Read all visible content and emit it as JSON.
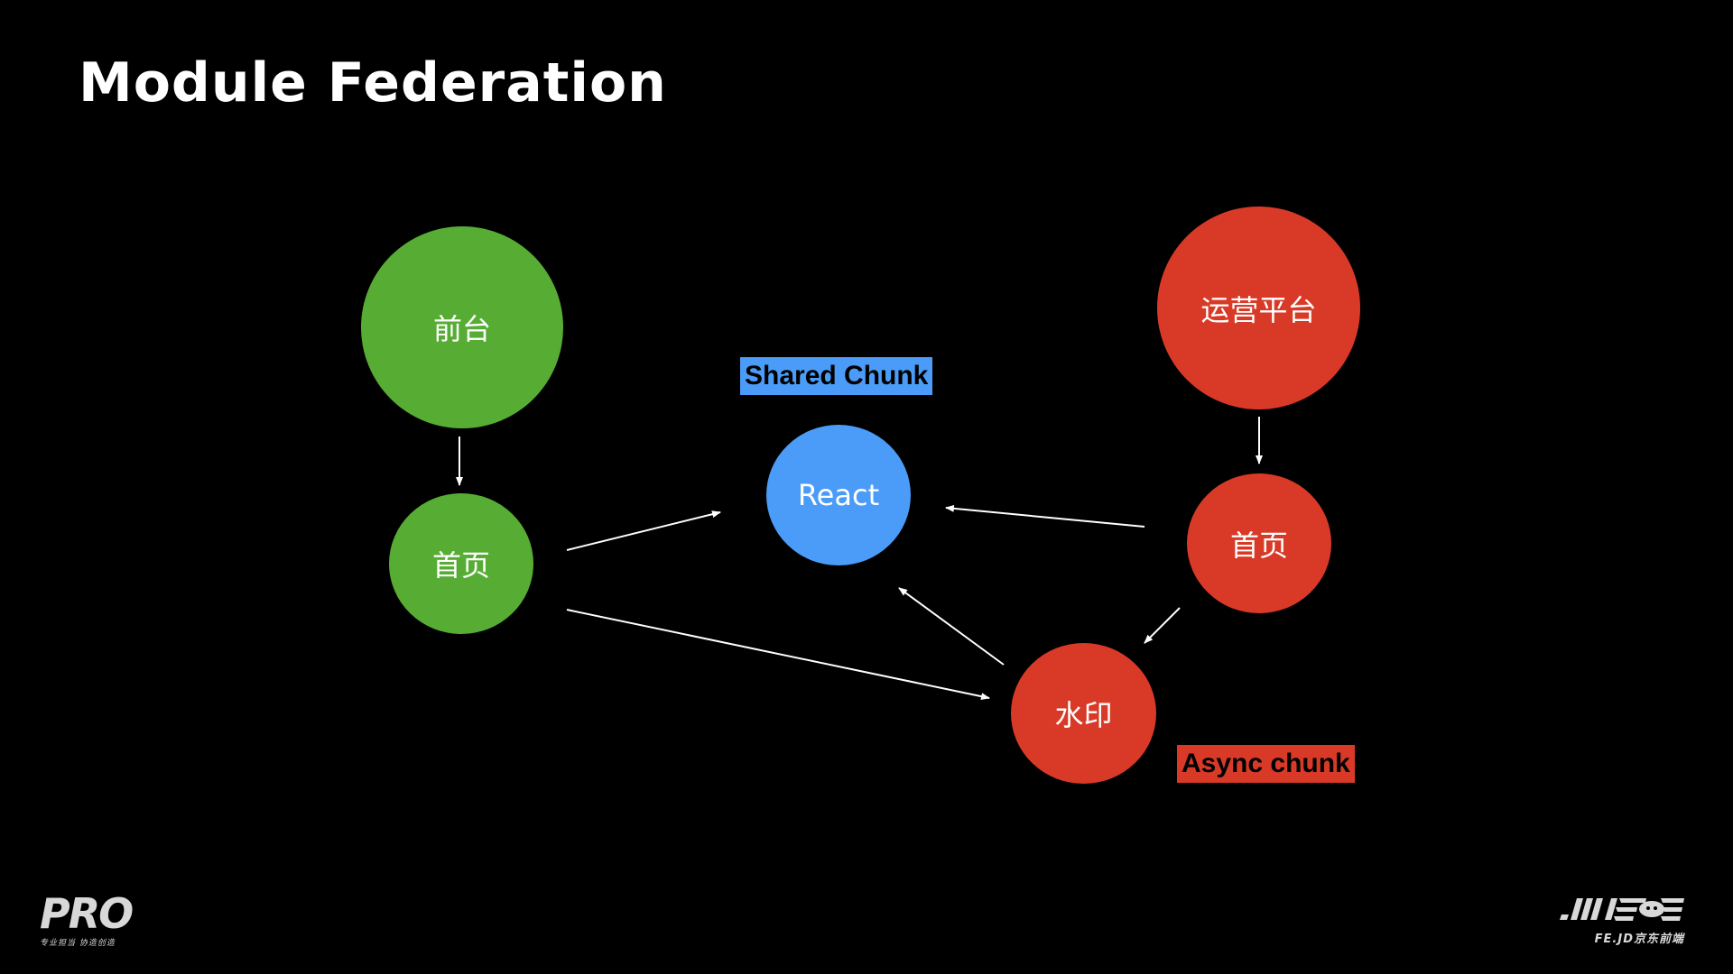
{
  "slide": {
    "title": "Module Federation"
  },
  "nodes": {
    "frontend": {
      "label": "前台",
      "color": "#57ad34"
    },
    "frontend_home": {
      "label": "首页",
      "color": "#57ad34"
    },
    "react": {
      "label": "React",
      "color": "#4b9cf8"
    },
    "ops_platform": {
      "label": "运营平台",
      "color": "#d93a27"
    },
    "ops_home": {
      "label": "首页",
      "color": "#d93a27"
    },
    "watermark": {
      "label": "水印",
      "color": "#d93a27"
    }
  },
  "tags": {
    "shared_chunk": {
      "label": "Shared Chunk",
      "color": "#4b9cf8"
    },
    "async_chunk": {
      "label": "Async chunk",
      "color": "#d93a27"
    }
  },
  "edges": [
    {
      "from": "前台",
      "to": "首页"
    },
    {
      "from": "首页",
      "to": "React"
    },
    {
      "from": "首页",
      "to": "水印"
    },
    {
      "from": "运营平台",
      "to": "首页"
    },
    {
      "from": "首页",
      "to": "React"
    },
    {
      "from": "首页",
      "to": "水印"
    },
    {
      "from": "水印",
      "to": "React"
    }
  ],
  "footer": {
    "left_logo": "PRO",
    "left_tagline": "专业担当 协造创造",
    "right_logo_caption": "FE.JD京东前端"
  }
}
